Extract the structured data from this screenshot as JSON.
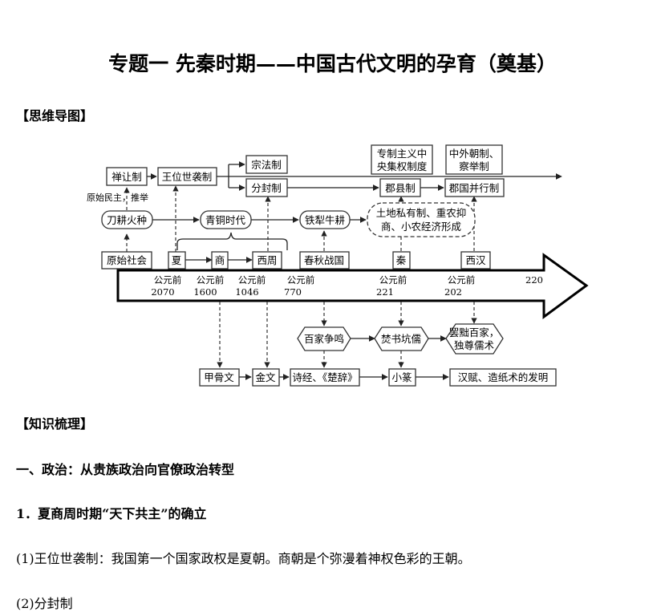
{
  "title": "专题一  先秦时期——中国古代文明的孕育（奠基）",
  "mindmap_heading": "【思维导图】",
  "mindmap": {
    "politics": {
      "shanrang": "禅让制",
      "wangwei": "王位世袭制",
      "zongfa": "宗法制",
      "fenfeng": "分封制",
      "zhuanzhi_l1": "专制主义中",
      "zhuanzhi_l2": "央集权制度",
      "zhongwai_l1": "中外朝制、",
      "zhongwai_l2": "察举制",
      "junxian": "郡县制",
      "junguo": "郡国并行制",
      "yuanshi_minzhu": "原始民主，推举"
    },
    "economy": {
      "daogeng": "刀耕火种",
      "qingtong": "青铜时代",
      "tieli": "铁犁牛耕",
      "tudi_l1": "土地私有制、重农抑",
      "tudi_l2": "商、小农经济形成"
    },
    "eras": [
      "原始社会",
      "夏",
      "商",
      "西周",
      "春秋战国",
      "秦",
      "西汉"
    ],
    "years": [
      {
        "line1": "公元前",
        "line2": "2070"
      },
      {
        "line1": "公元前",
        "line2": "1600"
      },
      {
        "line1": "公元前",
        "line2": "1046"
      },
      {
        "line1": "公元前",
        "line2": "770"
      },
      {
        "line1": "公元前",
        "line2": "221"
      },
      {
        "line1": "公元前",
        "line2": "202"
      },
      {
        "line1": "",
        "line2": "220"
      }
    ],
    "thought": {
      "baijia": "百家争鸣",
      "fenshu": "焚书坑儒",
      "bachu_l1": "罢黜百家，",
      "bachu_l2": "独尊儒术"
    },
    "culture": {
      "jiagu": "甲骨文",
      "jinwen": "金文",
      "shijing": "诗经、《楚辞》",
      "xiaozhuan": "小篆",
      "hanfu": "汉赋、造纸术的发明"
    }
  },
  "knowledge_heading": "【知识梳理】",
  "section1": "一、政治：从贵族政治向官僚政治转型",
  "subsection1": "1．夏商周时期“天下共主”的确立",
  "para1": "(1)王位世袭制：我国第一个国家政权是夏朝。商朝是个弥漫着神权色彩的王朝。",
  "para2": "(2)分封制"
}
